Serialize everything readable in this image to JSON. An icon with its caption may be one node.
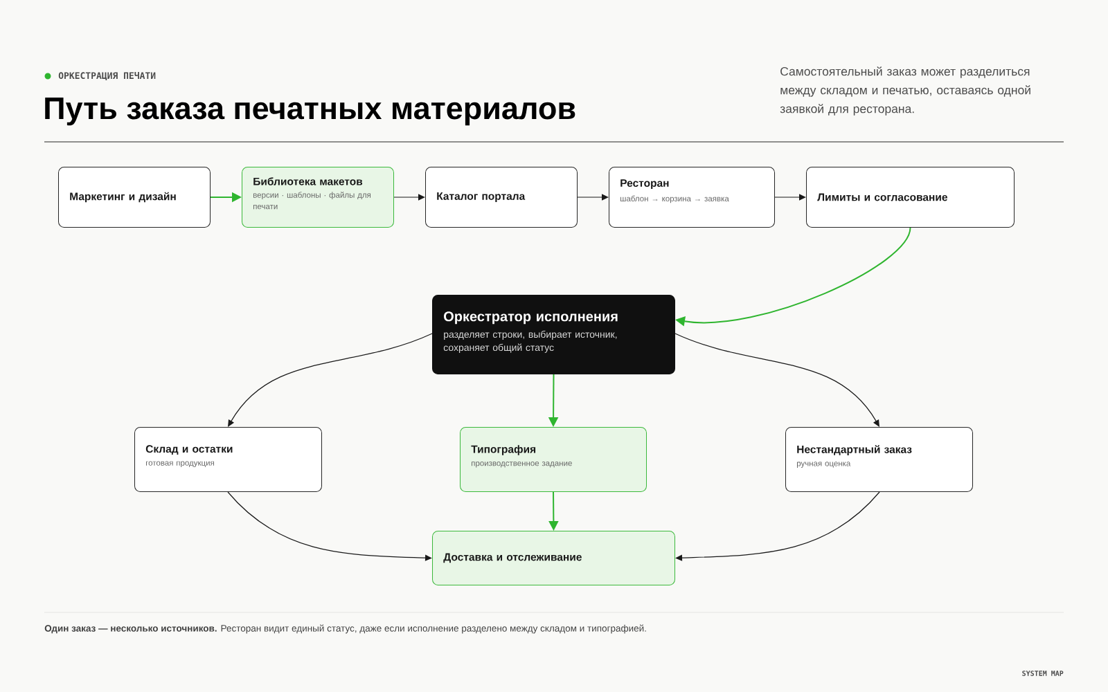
{
  "diagram": {
    "title": "Путь заказа печатных материалов",
    "nodes": [
      {
        "text": [
          "Маркетинг и дизайн"
        ]
      },
      {
        "text": [
          "Библиотека макетов",
          "версии · шаблоны · файлы для печати"
        ]
      },
      {
        "text": [
          "Каталог портала"
        ]
      },
      {
        "text": [
          "Ресторан",
          "шаблон → корзина → заявка"
        ]
      },
      {
        "text": [
          "Лимиты и согласование"
        ]
      },
      {
        "text": [
          "Оркестратор исполнения",
          "разделяет строки, выбирает источник, сохраняет общий статус"
        ]
      },
      {
        "text": [
          "Склад и остатки",
          "готовая продукция"
        ]
      },
      {
        "text": [
          "Типография",
          "производственное задание"
        ]
      },
      {
        "text": [
          "Нестандартный заказ",
          "ручная оценка"
        ]
      },
      {
        "text": [
          "Доставка и отслеживание"
        ]
      }
    ],
    "edges": [
      {
        "from": 0,
        "to": 1,
        "arrow": "to",
        "color": "#2fb52f"
      },
      {
        "from": 1,
        "to": 2,
        "arrow": "to"
      },
      {
        "from": 2,
        "to": 3,
        "arrow": "to"
      },
      {
        "from": 3,
        "to": 4,
        "arrow": "to"
      },
      {
        "from": 4,
        "to": 5,
        "arrow": "to",
        "color": "#2fb52f"
      },
      {
        "from": 5,
        "to": 6,
        "arrow": "to"
      },
      {
        "from": 5,
        "to": 7,
        "arrow": "to",
        "color": "#2fb52f"
      },
      {
        "from": 5,
        "to": 8,
        "arrow": "to"
      },
      {
        "from": 6,
        "to": 9,
        "arrow": "to"
      },
      {
        "from": 7,
        "to": 9,
        "arrow": "to",
        "color": "#2fb52f"
      },
      {
        "from": 8,
        "to": 9,
        "arrow": "to"
      }
    ],
    "labels": [
      "ОРКЕСТРАЦИЯ ПЕЧАТИ",
      "Самостоятельный заказ может разделиться между складом и печатью, оставаясь одной заявкой для ресторана.",
      "**Один заказ — несколько источников.** Ресторан видит единый статус, даже если исполнение разделено между складом и типографией.",
      "SYSTEM MAP"
    ]
  }
}
